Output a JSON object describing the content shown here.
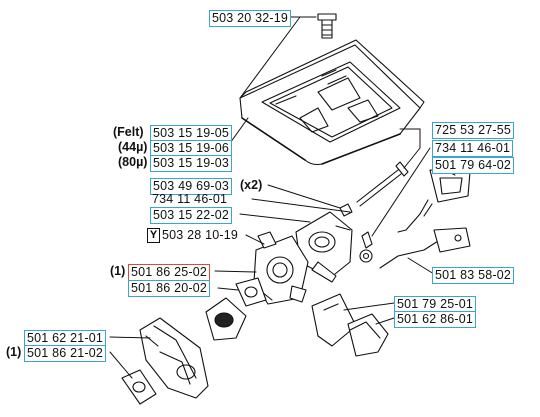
{
  "parts": {
    "p1": {
      "number": "503 20 32-19"
    },
    "p2": {
      "prefix": "(Felt)",
      "number": "503 15 19-05"
    },
    "p3": {
      "prefix": "(44µ)",
      "number": "503 15 19-06"
    },
    "p4": {
      "prefix": "(80µ)",
      "number": "503 15 19-03"
    },
    "p5": {
      "number": "503 49 69-03",
      "suffix": "(x2)"
    },
    "p6": {
      "number": "734 11 46-01"
    },
    "p7": {
      "number": "503 15 22-02"
    },
    "p8": {
      "marker": "Y",
      "number": "503 28 10-19"
    },
    "p9": {
      "prefix": "(1)",
      "number": "501 86 25-02"
    },
    "p10": {
      "number": "501 86 20-02"
    },
    "p11": {
      "number": "501 62 21-01"
    },
    "p12": {
      "prefix": "(1)",
      "number": "501 86 21-02"
    },
    "p13": {
      "number": "725 53 27-55"
    },
    "p14": {
      "number": "734 11 46-01"
    },
    "p15": {
      "number": "501 79 64-02"
    },
    "p16": {
      "number": "501 83 58-02"
    },
    "p17": {
      "number": "501 79 25-01"
    },
    "p18": {
      "number": "501 62 86-01"
    }
  },
  "colors": {
    "label_border": "#3aa6c9",
    "highlight_border": "#e0463c",
    "line": "#111111"
  }
}
